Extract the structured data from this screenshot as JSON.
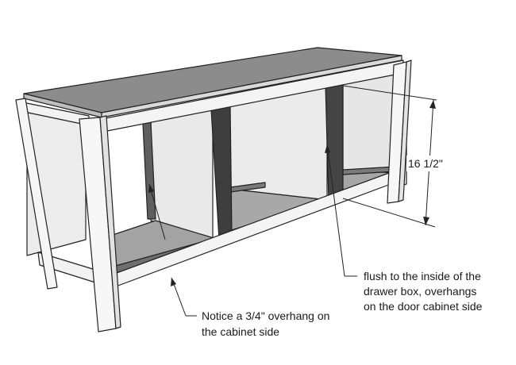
{
  "diagram": {
    "dimension": {
      "label": "16 1/2\""
    },
    "notes": {
      "divider_note": {
        "lines": [
          "flush to the inside of the",
          "drawer box, overhangs",
          "on the door cabinet side"
        ]
      },
      "overhang_note": {
        "lines": [
          "Notice a 3/4\" overhang on",
          "the cabinet side"
        ]
      }
    },
    "colors": {
      "outline": "#222222",
      "top_surface": "#8c8c8c",
      "frame_face": "#f4f4f4",
      "side_panel": "#ececec",
      "back_panel": "#e9e9e9",
      "shelf": "#a3a3a3",
      "divider": "#5f5f5f",
      "divider_face": "#3e3e3e"
    }
  }
}
